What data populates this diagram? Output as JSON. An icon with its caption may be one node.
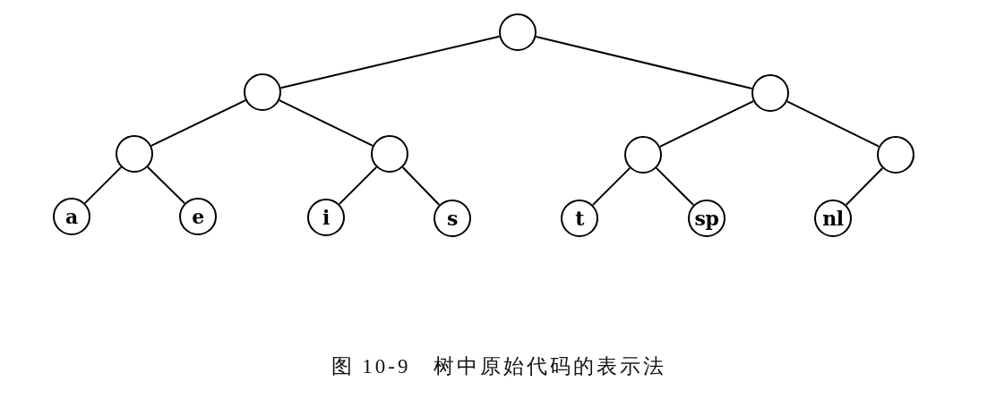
{
  "diagram": {
    "caption": "图 10-9　树中原始代码的表示法",
    "nodes": [
      {
        "text": [],
        "shape": "circle"
      },
      {
        "text": [],
        "shape": "circle"
      },
      {
        "text": [],
        "shape": "circle"
      },
      {
        "text": [],
        "shape": "circle"
      },
      {
        "text": [],
        "shape": "circle"
      },
      {
        "text": [],
        "shape": "circle"
      },
      {
        "text": [],
        "shape": "circle"
      },
      {
        "text": [
          "a"
        ]
      },
      {
        "text": [
          "e"
        ]
      },
      {
        "text": [
          "i"
        ]
      },
      {
        "text": [
          "s"
        ]
      },
      {
        "text": [
          "t"
        ]
      },
      {
        "text": [
          "sp"
        ]
      },
      {
        "text": [
          "nl"
        ]
      }
    ],
    "edges": [
      {
        "from": 0,
        "to": 1,
        "arrow": "none"
      },
      {
        "from": 0,
        "to": 2,
        "arrow": "none"
      },
      {
        "from": 1,
        "to": 3,
        "arrow": "none"
      },
      {
        "from": 1,
        "to": 4,
        "arrow": "none"
      },
      {
        "from": 2,
        "to": 5,
        "arrow": "none"
      },
      {
        "from": 2,
        "to": 6,
        "arrow": "none"
      },
      {
        "from": 3,
        "to": 7,
        "arrow": "none"
      },
      {
        "from": 3,
        "to": 8,
        "arrow": "none"
      },
      {
        "from": 4,
        "to": 9,
        "arrow": "none"
      },
      {
        "from": 4,
        "to": 10,
        "arrow": "none"
      },
      {
        "from": 5,
        "to": 11,
        "arrow": "none"
      },
      {
        "from": 5,
        "to": 12,
        "arrow": "none"
      },
      {
        "from": 6,
        "to": 13,
        "arrow": "none"
      }
    ]
  }
}
